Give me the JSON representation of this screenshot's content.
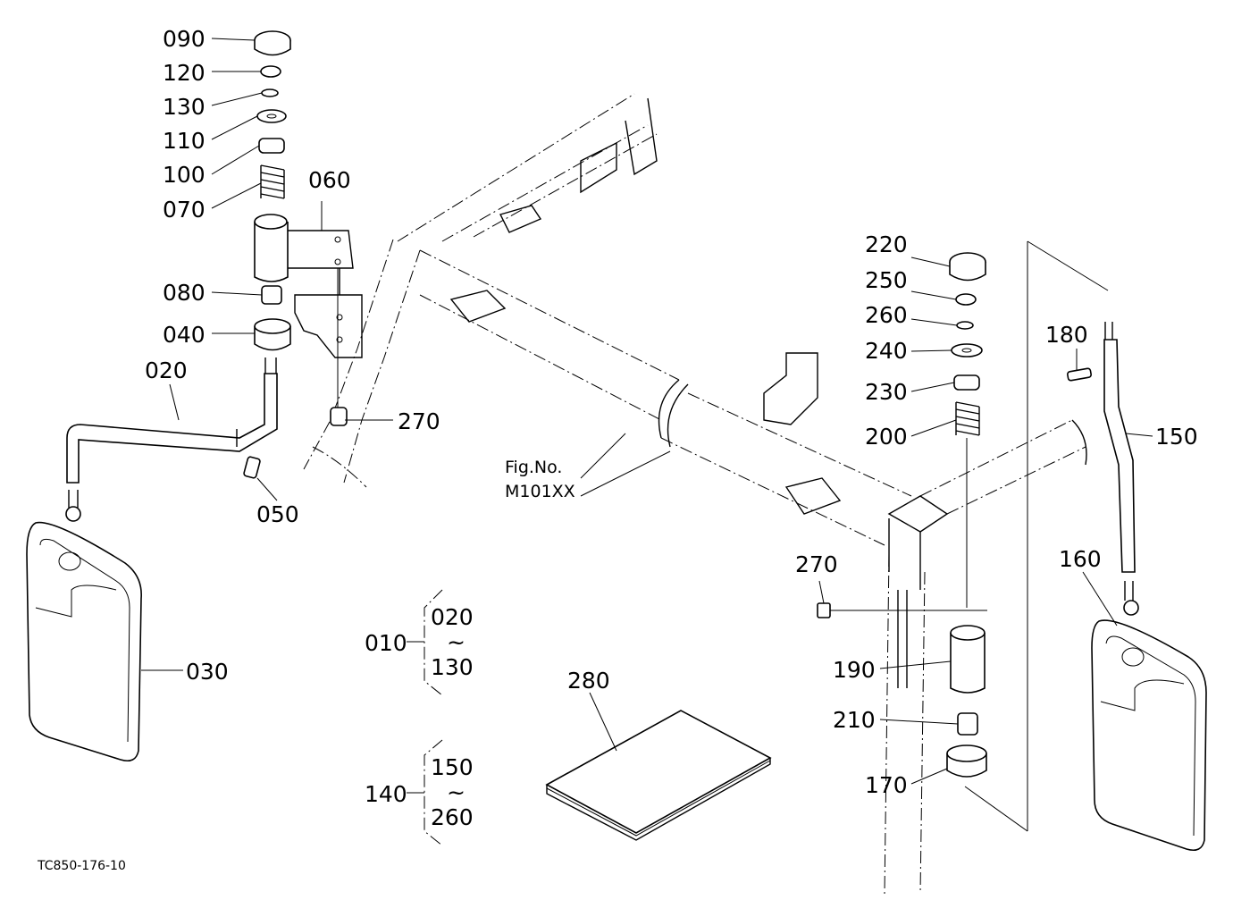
{
  "diagram_id": "TC850-176-10",
  "figure_ref": {
    "line1": "Fig.No.",
    "line2": "M101XX"
  },
  "callouts": {
    "p090": "090",
    "p120": "120",
    "p130": "130",
    "p110": "110",
    "p100": "100",
    "p070": "070",
    "p060": "060",
    "p080": "080",
    "p040": "040",
    "p020": "020",
    "p270a": "270",
    "p050": "050",
    "p030": "030",
    "p220": "220",
    "p250": "250",
    "p260": "260",
    "p240": "240",
    "p230": "230",
    "p200": "200",
    "p180": "180",
    "p150": "150",
    "p160": "160",
    "p270b": "270",
    "p190": "190",
    "p210": "210",
    "p170": "170",
    "p280": "280"
  },
  "assemblies": [
    {
      "id": "010",
      "from": "020",
      "to": "130"
    },
    {
      "id": "140",
      "from": "150",
      "to": "260"
    }
  ],
  "range_symbol": "~"
}
